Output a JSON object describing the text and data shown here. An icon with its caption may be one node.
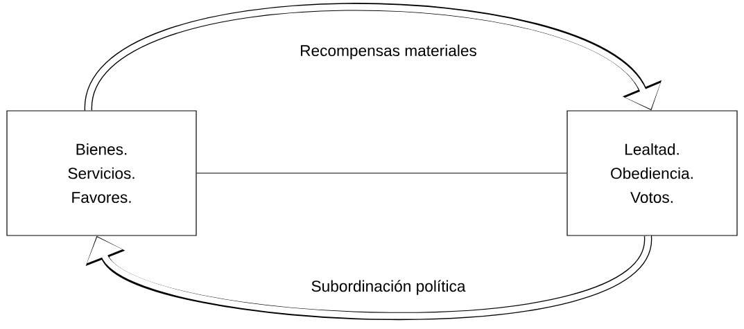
{
  "diagram": {
    "nodes": [
      {
        "text": [
          "Bienes.",
          "Servicios.",
          "Favores."
        ]
      },
      {
        "text": [
          "Lealtad.",
          "Obediencia.",
          "Votos."
        ]
      }
    ],
    "edges": [
      {
        "from": 0,
        "to": 1,
        "arrow": "none",
        "color": "#000000"
      },
      {
        "from": 0,
        "to": 1,
        "arrow": "to",
        "label": "Recompensas materiales"
      },
      {
        "from": 1,
        "to": 0,
        "arrow": "to",
        "label": "Subordinación política"
      }
    ]
  }
}
